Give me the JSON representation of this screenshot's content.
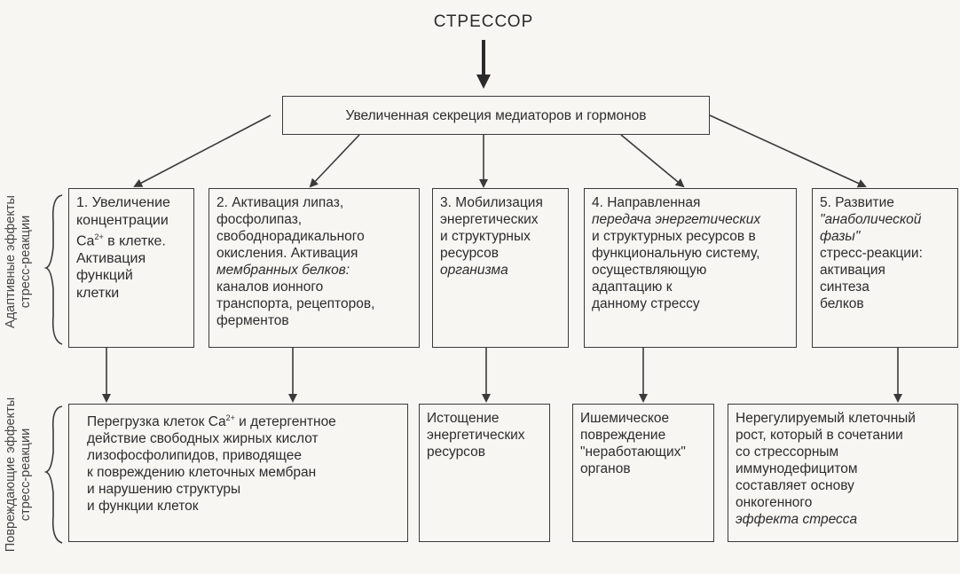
{
  "title": "СТРЕССОР",
  "top_box": "Увеличенная секреция медиаторов и гормонов",
  "side_labels": {
    "adaptive": "Адаптивные эффекты\nстресс-реакции",
    "damaging": "Повреждающие эффекты\nстресс-реакции"
  },
  "adaptive": [
    {
      "parts": [
        {
          "t": "1. Увеличение\nконцентрации\nCa"
        },
        {
          "t": "2+",
          "sup": true
        },
        {
          "t": " в клетке.\nАктивация\nфункций\nклетки"
        }
      ]
    },
    {
      "parts": [
        {
          "t": "2. Активация липаз,\nфосфолипаз,\nсвободнорадикального\nокисления. Активация\n"
        },
        {
          "t": "мембранных белков:",
          "i": true
        },
        {
          "t": "\nканалов ионного\nтранспорта, рецепторов,\nферментов"
        }
      ]
    },
    {
      "parts": [
        {
          "t": "3. Мобилизация\nэнергетических\nи структурных\nресурсов\n"
        },
        {
          "t": "организма",
          "i": true
        }
      ]
    },
    {
      "parts": [
        {
          "t": "4. Направленная\n"
        },
        {
          "t": "передача энергетических",
          "i": true
        },
        {
          "t": "\nи структурных ресурсов в\nфункциональную систему,\nосуществляющую\nадаптацию к\nданному стрессу"
        }
      ]
    },
    {
      "parts": [
        {
          "t": "5. Развитие\n"
        },
        {
          "t": "\"анаболической\nфазы\"",
          "i": true
        },
        {
          "t": "\nстресс-реакции:\nактивация\nсинтеза\n белков"
        }
      ]
    }
  ],
  "damaging": [
    {
      "parts": [
        {
          "t": "Перегрузка клеток Ca"
        },
        {
          "t": "2+",
          "sup": true
        },
        {
          "t": " и детергентное\nдействие свободных жирных кислот\nлизофосфолипидов, приводящее\nк повреждению клеточных мембран\nи нарушению структуры\nи функции клеток"
        }
      ]
    },
    {
      "parts": [
        {
          "t": "Истощение\nэнергетических\nресурсов"
        }
      ]
    },
    {
      "parts": [
        {
          "t": "Ишемическое\nповреждение\n\"неработающих\"\nорганов"
        }
      ]
    },
    {
      "parts": [
        {
          "t": "Нерегулируемый клеточный\nрост, который в сочетании\nсо стрессорным\nиммунодефицитом\nсоставляет основу\nонкогенного\n"
        },
        {
          "t": "эффекта стресса",
          "i": true
        }
      ]
    }
  ],
  "colors": {
    "line": "#3a3a3a",
    "background": "#f7f6f3"
  }
}
